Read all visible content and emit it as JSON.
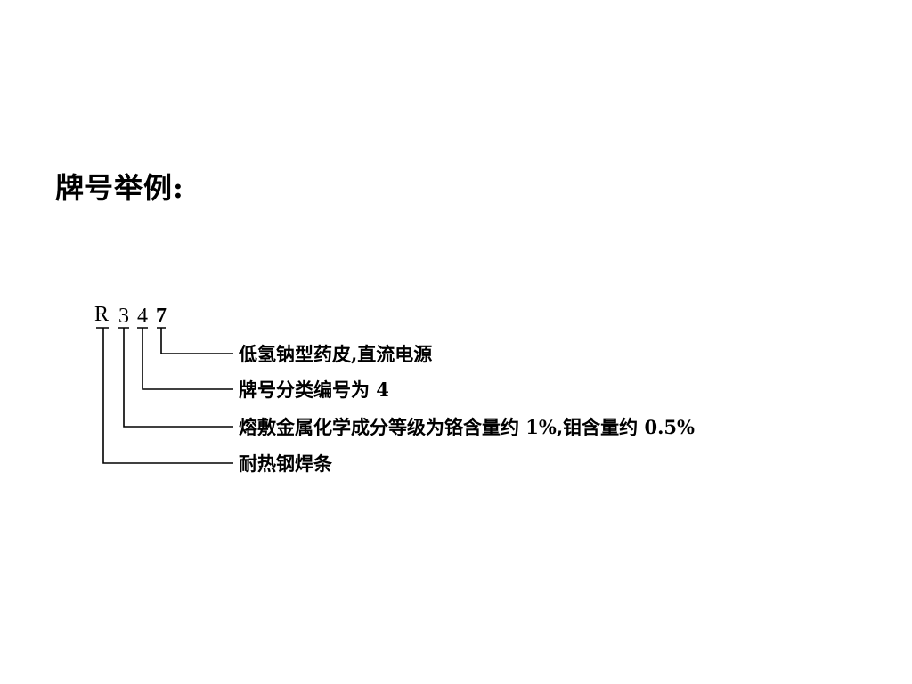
{
  "title": "牌号举例:",
  "code": [
    "R",
    "3",
    "4",
    "7"
  ],
  "descriptions": [
    "低氢钠型药皮,直流电源",
    "牌号分类编号为 4",
    "熔敷金属化学成分等级为铬含量约 1%,钼含量约 0.5%",
    "耐热钢焊条"
  ]
}
